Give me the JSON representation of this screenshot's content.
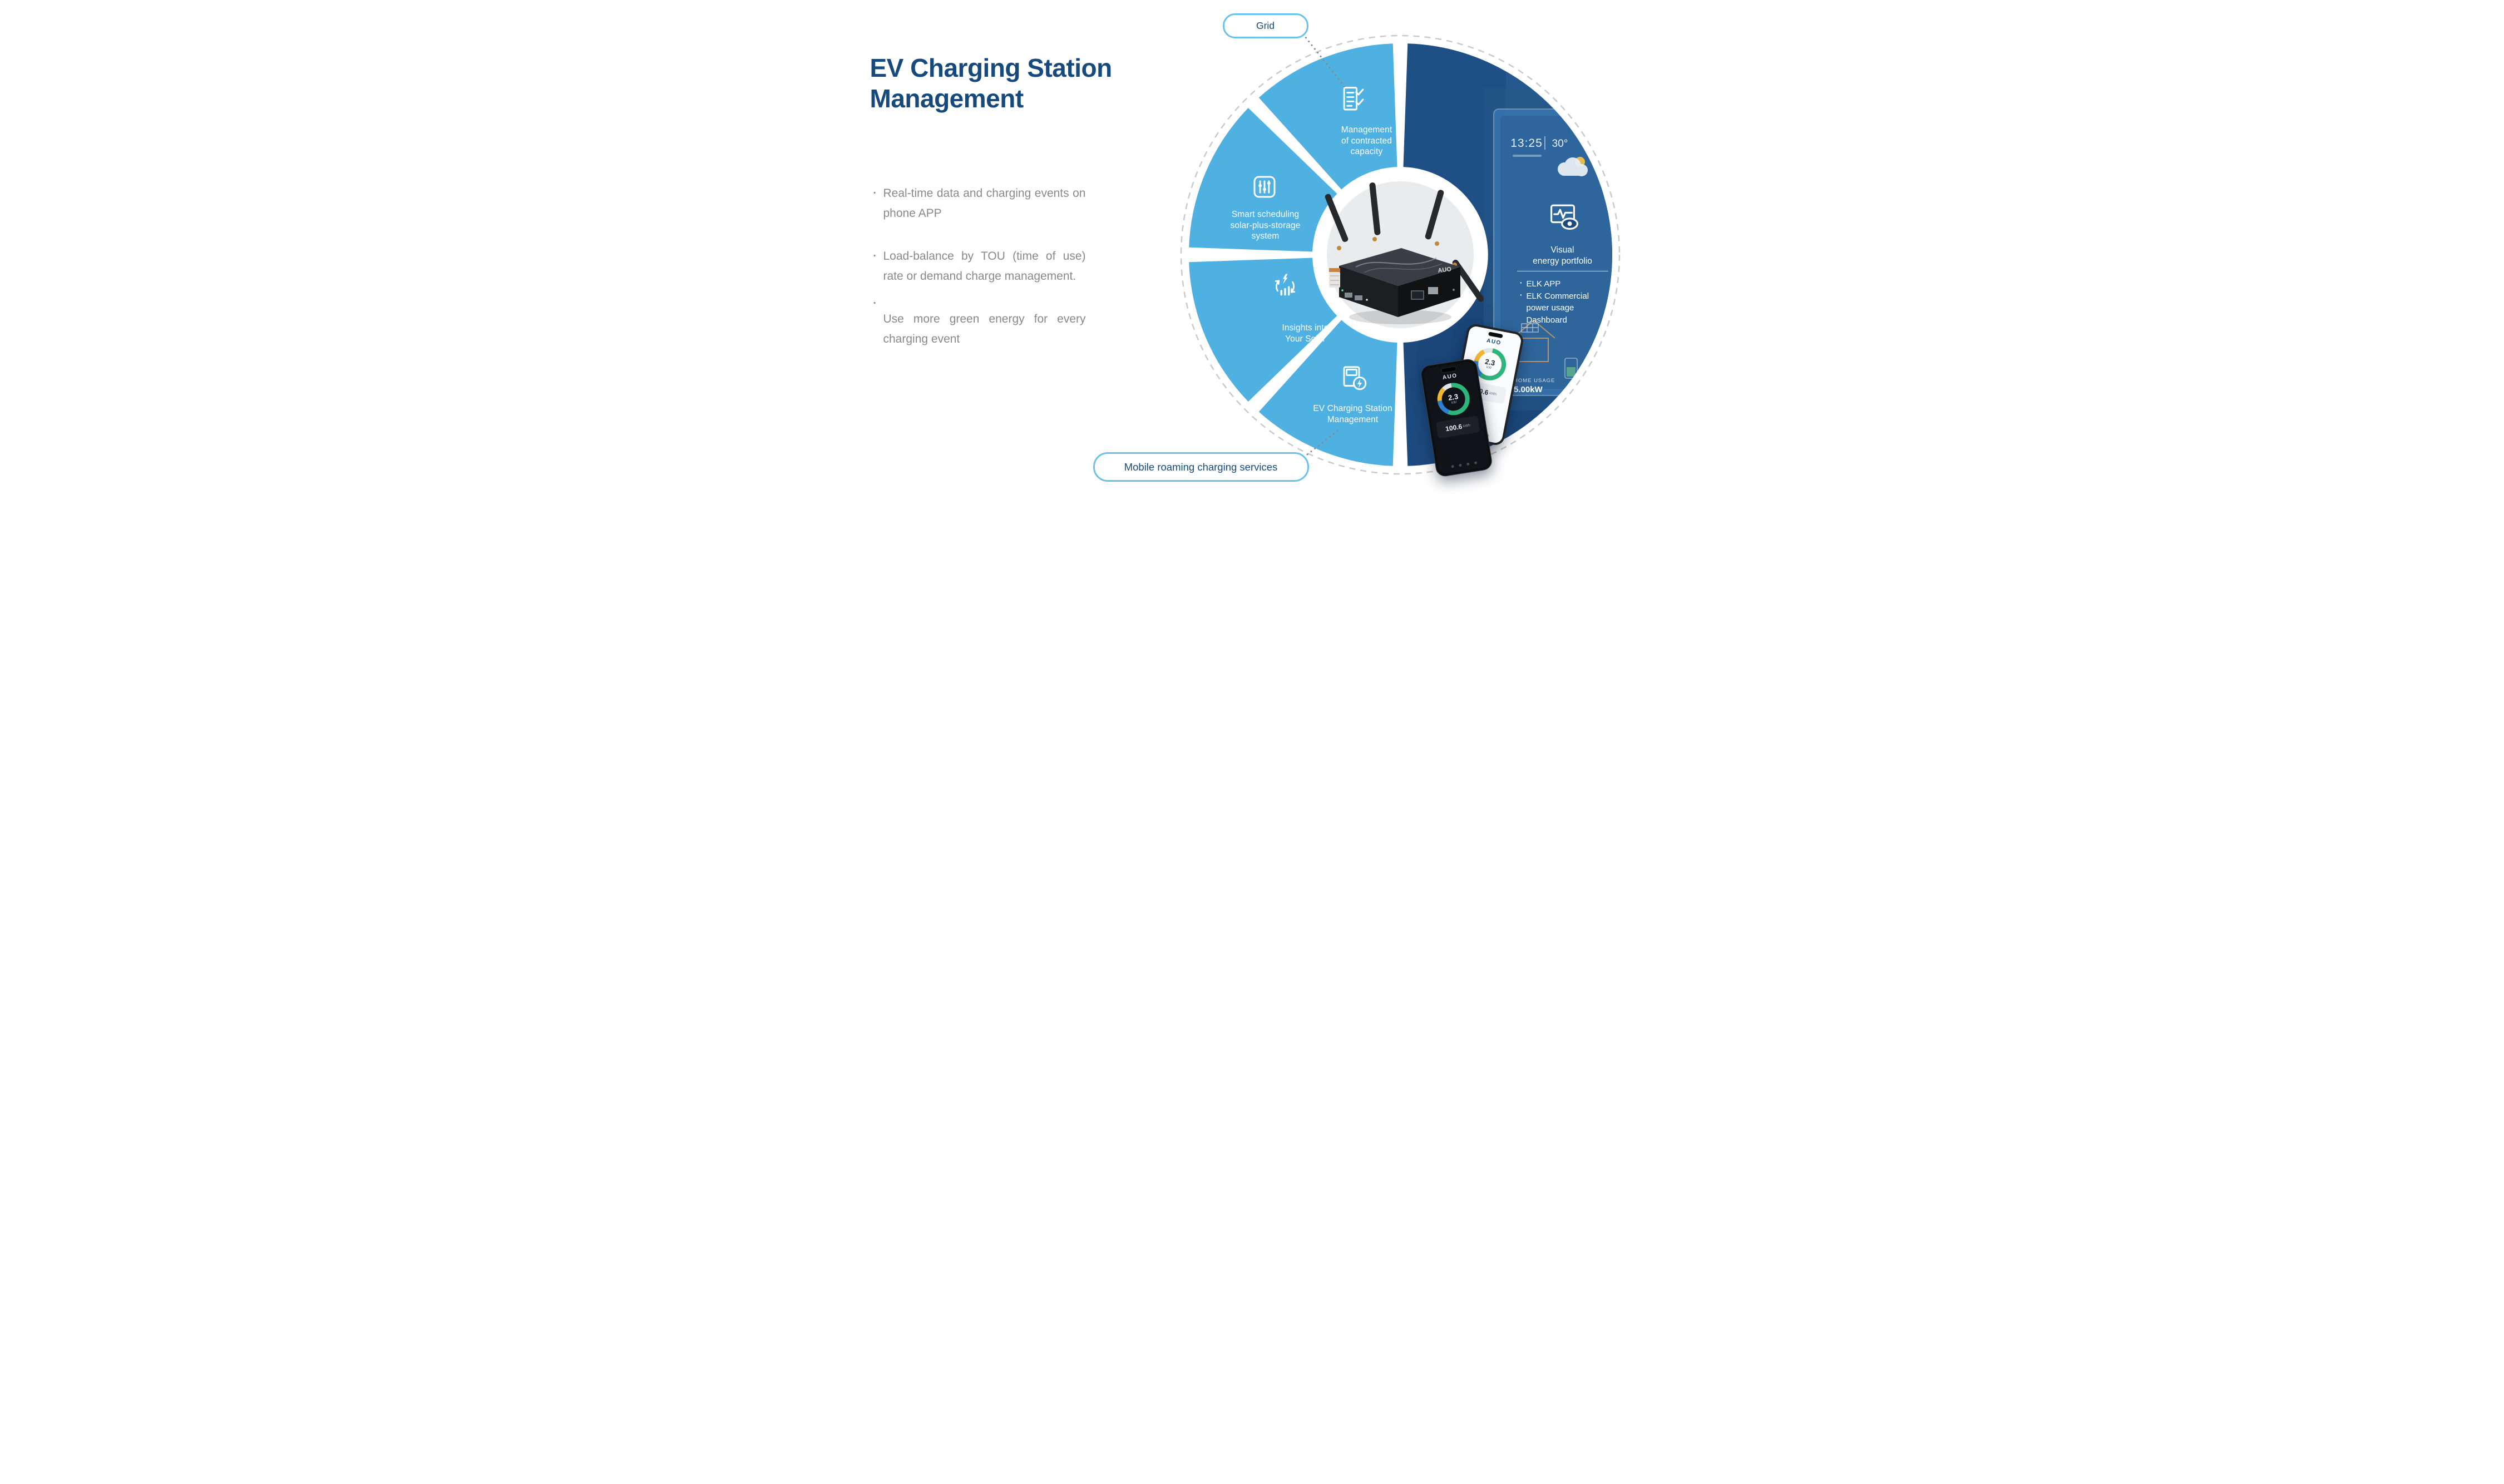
{
  "header": {
    "title_lines": [
      "EV Charging Station",
      "Management"
    ]
  },
  "notes": {
    "items": [
      {
        "text": "Real-time data and charging events on phone APP"
      },
      {
        "text": "Load-balance by TOU (time of use) rate or demand charge management."
      },
      {
        "text": ""
      },
      {
        "text": "Use more green energy for every charging event"
      }
    ]
  },
  "badges": {
    "grid_label": "Grid",
    "mobile_label": "Mobile roaming charging services"
  },
  "wheel": {
    "segments": [
      {
        "icon": "checklist-document-icon",
        "lines": [
          "Management",
          "of contracted",
          "capacity"
        ]
      },
      {
        "icon": "sliders-icon",
        "lines": [
          "Smart scheduling",
          "solar-plus-storage",
          "system"
        ]
      },
      {
        "icon": "solar-cycle-icon",
        "lines": [
          "Insights into",
          "Your Solar"
        ]
      },
      {
        "icon": "ev-charger-icon",
        "lines": [
          "EV Charging Station",
          "Management"
        ]
      }
    ],
    "portfolio": {
      "icon": "energy-monitor-eye-icon",
      "title_lines": [
        "Visual",
        "energy portfolio"
      ],
      "items": [
        "ELK APP",
        "ELK Commercial power usage Dashboard"
      ]
    }
  },
  "display_panel": {
    "time": "13:25",
    "temp": "30°",
    "usage_label": "HOME USAGE",
    "usage_value": "5.00kW"
  },
  "phone_app": {
    "brand": "AUO",
    "main_value": "2.3",
    "main_unit": "kW",
    "sub_value": "100.6",
    "sub_unit": "kWh"
  },
  "device": {
    "brand": "AUO"
  },
  "colors": {
    "light_blue": "#4eb1e2",
    "dark_blue": "#1c4a7e",
    "navy_text": "#174a7c",
    "gray_text": "#87898c",
    "pill_border": "#6ac1ea",
    "dashed_circle": "#c8cacc"
  }
}
